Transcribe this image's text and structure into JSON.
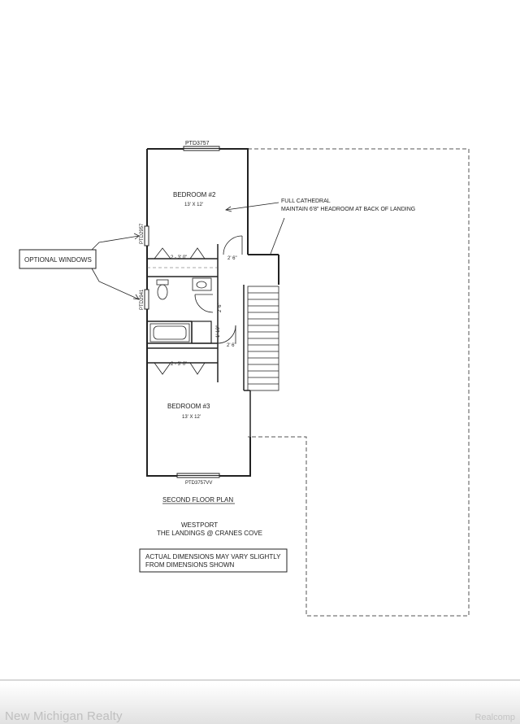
{
  "labels": {
    "top_window": "PTD3757",
    "bedroom2_name": "BEDROOM #2",
    "bedroom2_size": "13' X 12'",
    "cathedral_line1": "FULL CATHEDRAL",
    "cathedral_line2": "MAINTAIN 6'8\" HEADROOM AT BACK OF LANDING",
    "optional_windows": "OPTIONAL WINDOWS",
    "window_upper_left": "PTD2957",
    "window_lower_left": "PTD2941",
    "closet_upper": "2 - 3' 0\"",
    "door_upper": "2' 6\"",
    "hall_width": "2' 6\"",
    "hall_height": "1' 10\"",
    "door_lower": "2' 6\"",
    "closet_lower": "2 - 3' 0\"",
    "bedroom3_name": "BEDROOM #3",
    "bedroom3_size": "13' X 12'",
    "bottom_window": "PTD3757VV",
    "plan_title": "SECOND FLOOR PLAN",
    "model_name": "WESTPORT",
    "community": "THE LANDINGS @ CRANES COVE",
    "disclaimer_line1": "ACTUAL DIMENSIONS MAY VARY SLIGHTLY",
    "disclaimer_line2": "FROM DIMENSIONS SHOWN"
  },
  "watermark": {
    "left": "New Michigan Realty",
    "right": "Realcomp"
  },
  "colors": {
    "ink": "#222222",
    "dashed": "#555555",
    "watermark": "#bfbfbf"
  }
}
